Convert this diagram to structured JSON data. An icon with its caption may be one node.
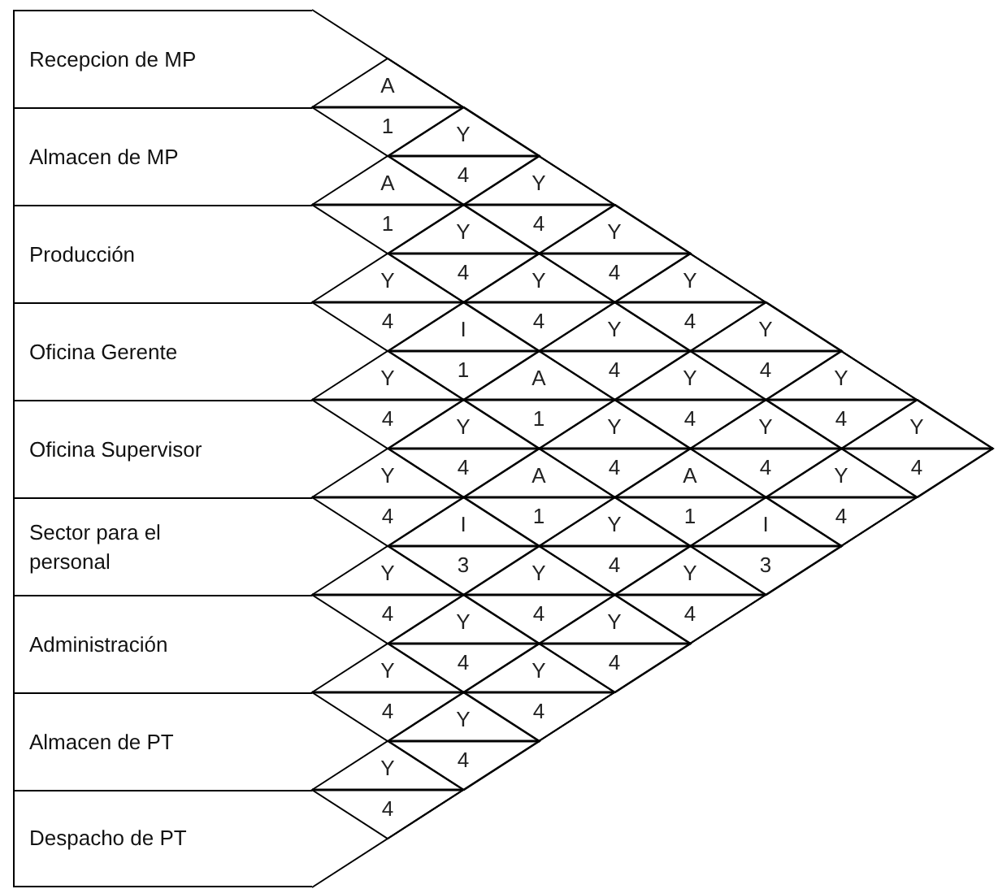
{
  "diagram": {
    "nodes": [
      {
        "text": [
          "Recepcion de MP"
        ]
      },
      {
        "text": [
          "Almacen de MP"
        ]
      },
      {
        "text": [
          "Producción"
        ]
      },
      {
        "text": [
          "Oficina Gerente"
        ]
      },
      {
        "text": [
          "Oficina Supervisor"
        ]
      },
      {
        "text": [
          "Sector para el personal"
        ]
      },
      {
        "text": [
          "Administración"
        ]
      },
      {
        "text": [
          "Almacen de PT"
        ]
      },
      {
        "text": [
          "Despacho de PT"
        ]
      },
      {
        "text": [
          "A",
          "1"
        ]
      },
      {
        "text": [
          "A",
          "1"
        ]
      },
      {
        "text": [
          "Y",
          "4"
        ]
      },
      {
        "text": [
          "Y",
          "4"
        ]
      },
      {
        "text": [
          "Y",
          "4"
        ]
      },
      {
        "text": [
          "Y",
          "4"
        ]
      },
      {
        "text": [
          "Y",
          "4"
        ]
      },
      {
        "text": [
          "Y",
          "4"
        ]
      },
      {
        "text": [
          "Y",
          "4"
        ]
      },
      {
        "text": [
          "Y",
          "4"
        ]
      },
      {
        "text": [
          "I",
          "1"
        ]
      },
      {
        "text": [
          "Y",
          "4"
        ]
      },
      {
        "text": [
          "I",
          "3"
        ]
      },
      {
        "text": [
          "Y",
          "4"
        ]
      },
      {
        "text": [
          "Y",
          "4"
        ]
      },
      {
        "text": [
          "Y",
          "4"
        ]
      },
      {
        "text": [
          "Y",
          "4"
        ]
      },
      {
        "text": [
          "A",
          "1"
        ]
      },
      {
        "text": [
          "A",
          "1"
        ]
      },
      {
        "text": [
          "Y",
          "4"
        ]
      },
      {
        "text": [
          "Y",
          "4"
        ]
      },
      {
        "text": [
          "Y",
          "4"
        ]
      },
      {
        "text": [
          "Y",
          "4"
        ]
      },
      {
        "text": [
          "Y",
          "4"
        ]
      },
      {
        "text": [
          "Y",
          "4"
        ]
      },
      {
        "text": [
          "Y",
          "4"
        ]
      },
      {
        "text": [
          "Y",
          "4"
        ]
      },
      {
        "text": [
          "Y",
          "4"
        ]
      },
      {
        "text": [
          "A",
          "1"
        ]
      },
      {
        "text": [
          "Y",
          "4"
        ]
      },
      {
        "text": [
          "Y",
          "4"
        ]
      },
      {
        "text": [
          "Y",
          "4"
        ]
      },
      {
        "text": [
          "I",
          "3"
        ]
      },
      {
        "text": [
          "Y",
          "4"
        ]
      },
      {
        "text": [
          "Y",
          "4"
        ]
      },
      {
        "text": [
          "Y",
          "4"
        ]
      }
    ]
  }
}
